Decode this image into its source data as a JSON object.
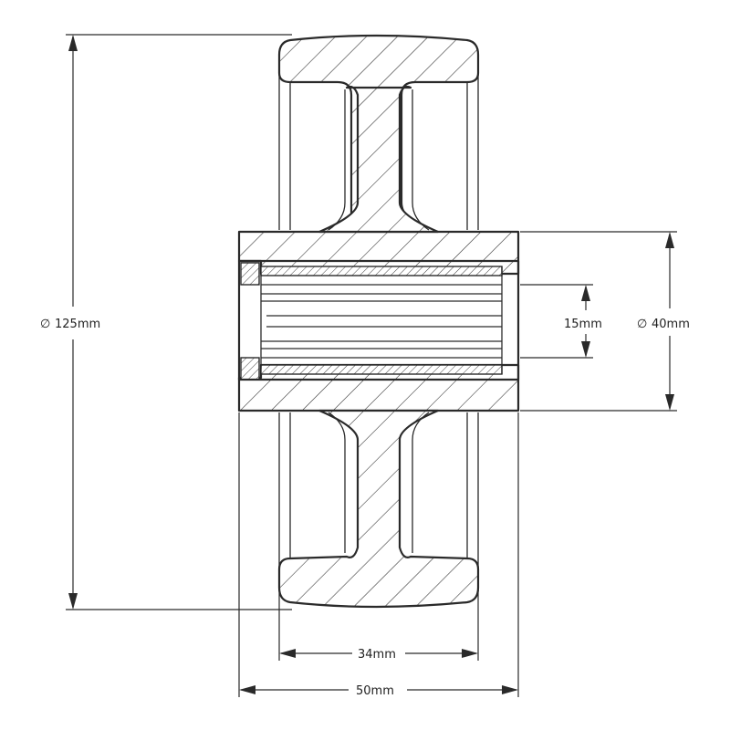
{
  "drawing": {
    "labels": {
      "outer_diameter": "125mm",
      "hub_diameter": "40mm",
      "bore": "15mm",
      "tread_width": "34mm",
      "hub_length": "50mm"
    },
    "diameter_symbol": "∅"
  }
}
